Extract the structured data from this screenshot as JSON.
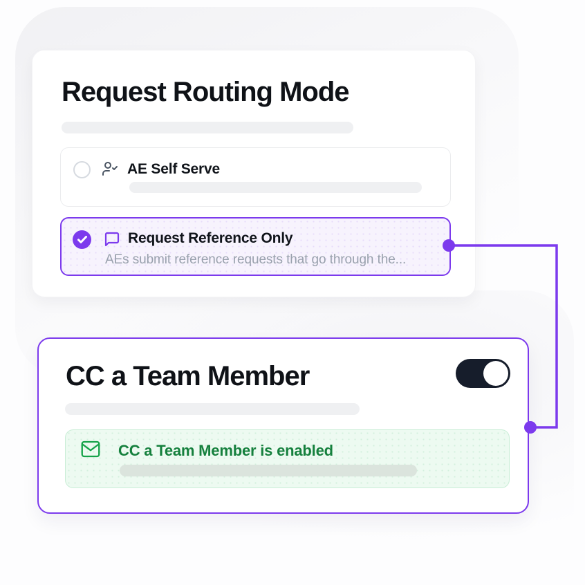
{
  "colors": {
    "accent_purple": "#7c3aed",
    "success_green": "#16a34a",
    "success_text": "#15803d",
    "toggle_on_bg": "#161d2b"
  },
  "routing_card": {
    "title": "Request Routing Mode",
    "option_self_serve": {
      "label": "AE Self Serve",
      "selected": false
    },
    "option_reference_only": {
      "label": "Request Reference Only",
      "description": "AEs submit reference requests that go through the...",
      "selected": true
    }
  },
  "cc_card": {
    "title": "CC a Team Member",
    "toggle": {
      "state": "on"
    },
    "notice": {
      "message": "CC a Team Member is enabled"
    }
  }
}
